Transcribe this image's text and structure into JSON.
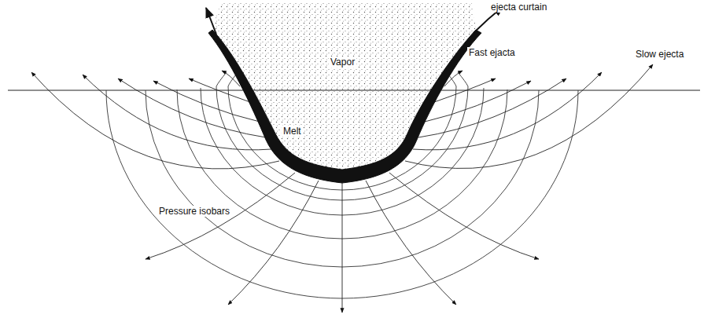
{
  "diagram": {
    "labels": [
      "ejecta curtain",
      "Vapor",
      "Fast ejacta",
      "Slow ejecta",
      "Melt",
      "Pressure isobars"
    ]
  }
}
